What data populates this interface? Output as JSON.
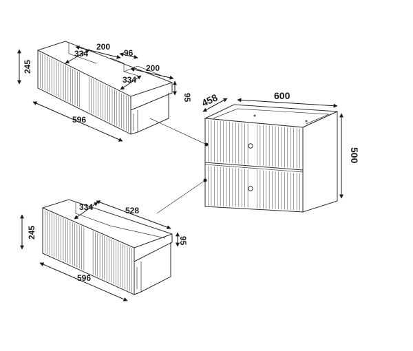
{
  "top_drawer": {
    "height": "245",
    "width": "596",
    "inner_depth_left": "334",
    "inner_depth_right": "334",
    "compartment_left": "200",
    "compartment_right": "200",
    "divider": "96",
    "side_height": "95"
  },
  "bottom_drawer": {
    "height": "245",
    "width": "596",
    "inner_depth": "334",
    "inner_width": "528",
    "side_height": "95"
  },
  "cabinet": {
    "depth": "458",
    "width": "600",
    "height": "500"
  }
}
